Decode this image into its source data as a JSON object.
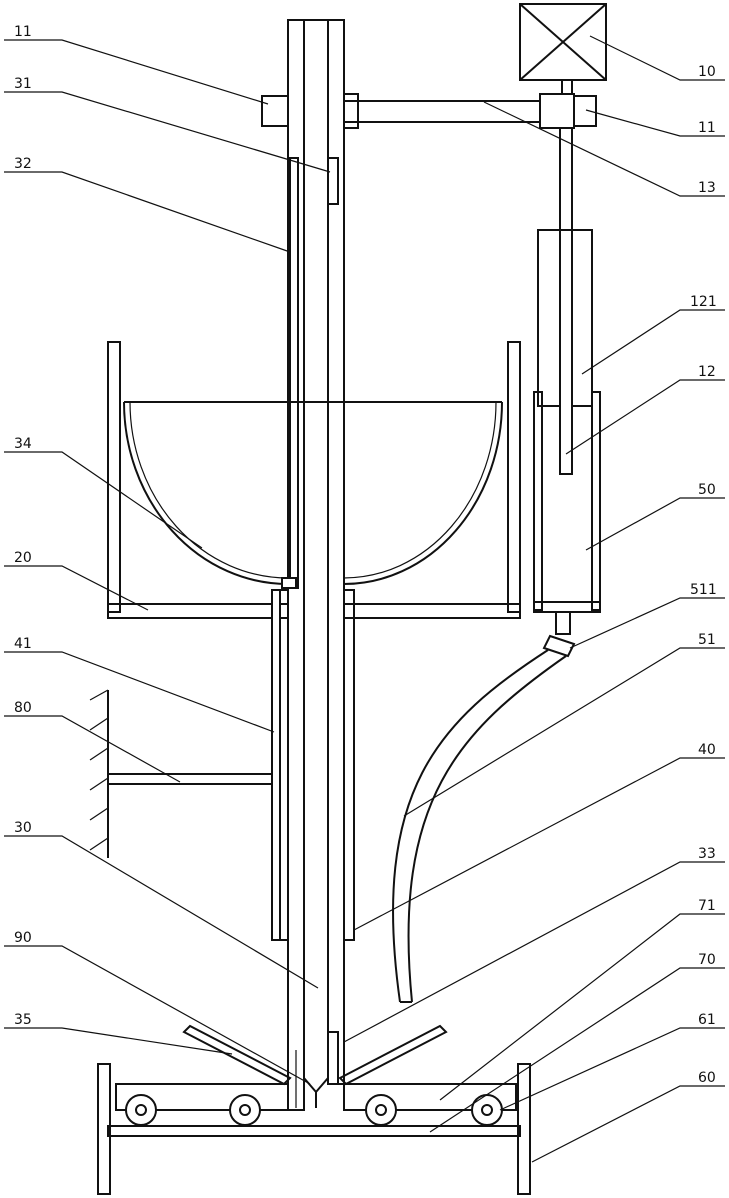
{
  "labels": {
    "l11a": "11",
    "l31": "31",
    "l32": "32",
    "l34": "34",
    "l20": "20",
    "l41": "41",
    "l80": "80",
    "l30": "30",
    "l90": "90",
    "l35": "35",
    "l10": "10",
    "l11b": "11",
    "l13": "13",
    "l121": "121",
    "l12": "12",
    "l50": "50",
    "l511": "511",
    "l51": "51",
    "l40": "40",
    "l33": "33",
    "l71": "71",
    "l70": "70",
    "l61": "61",
    "l60": "60"
  },
  "colors": {
    "line": "#111111",
    "background": "#ffffff"
  }
}
